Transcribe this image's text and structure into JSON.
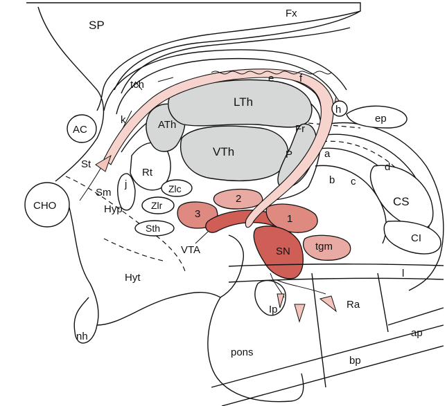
{
  "labels": {
    "sp": "SP",
    "fx": "Fx",
    "tch": "tch",
    "e": "e",
    "f": "f",
    "h": "h",
    "ep": "ep",
    "lth": "LTh",
    "ath": "ATh",
    "vth": "VTh",
    "ac": "AC",
    "k": "k",
    "fr": "Fr",
    "st": "St",
    "rt": "Rt",
    "p": "P",
    "a": "a",
    "d": "d",
    "b": "b",
    "c": "c",
    "cs": "CS",
    "sm": "Sm",
    "j": "j",
    "zlc": "Zlc",
    "zlr": "Zlr",
    "cho": "CHO",
    "hyp": "Hyp",
    "n2": "2",
    "n3": "3",
    "n1": "1",
    "ci": "CI",
    "sth": "Sth",
    "vta": "VTA",
    "sn": "SN",
    "tgm": "tgm",
    "hyt": "Hyt",
    "l": "l",
    "ip": "Ip",
    "ra": "Ra",
    "nh": "nh",
    "ap": "ap",
    "pons": "pons",
    "bp": "bp"
  },
  "colors": {
    "thalamus_gray": "#d6d8d8",
    "dopamine_light": "#e9aaa3",
    "dopamine_mid": "#df8a80",
    "dopamine_dark": "#cf5f56",
    "tract_pink": "#f6d3cc"
  }
}
